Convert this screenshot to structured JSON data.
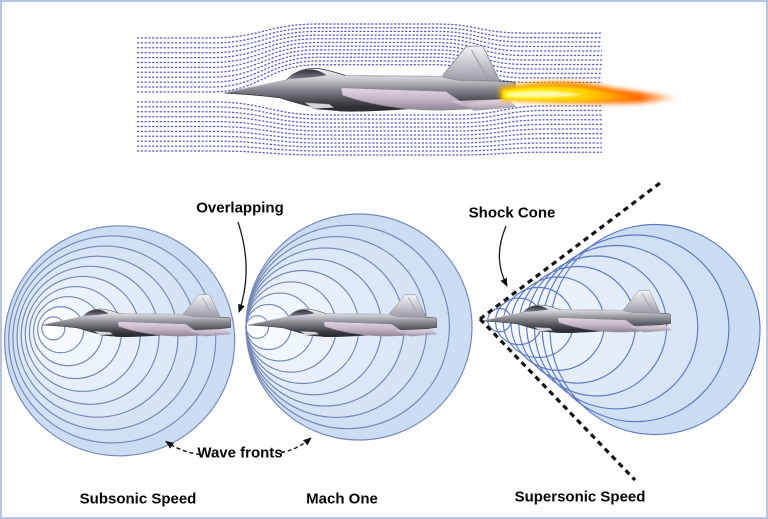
{
  "diagram": {
    "name": "Sound wave fronts around an aircraft at subsonic, sonic and supersonic speed",
    "annotations": {
      "overlapping": "Overlapping",
      "shock_cone": "Shock Cone",
      "wave_fronts": "Wave fronts"
    },
    "panels": [
      {
        "caption": "Subsonic Speed",
        "wave_front_rings": 10
      },
      {
        "caption": "Mach One",
        "wave_front_rings": 10
      },
      {
        "caption": "Supersonic Speed",
        "wave_front_rings": 9
      }
    ],
    "colors": {
      "border": "#b7c5e3",
      "background": "#ffffff",
      "streamline": "#4545c2",
      "ring_stroke": "#7487b5",
      "ring_stroke_supersonic": "#5e79c4",
      "ring_fill_outer": "#cbddf4",
      "ring_fill_inner": "#fbfdff",
      "shock_line": "#111111",
      "label_text": "#000000",
      "flame_outer": "#ff8f00",
      "flame_inner": "#ffd000"
    }
  }
}
